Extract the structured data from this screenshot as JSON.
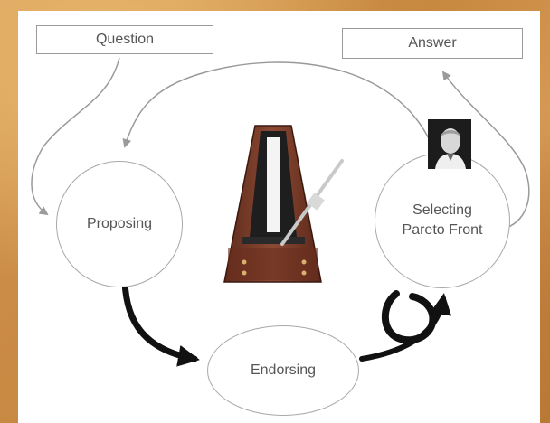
{
  "diagram": {
    "question_label": "Question",
    "answer_label": "Answer",
    "nodes": {
      "proposing": "Proposing",
      "selecting_line1": "Selecting",
      "selecting_line2": "Pareto Front",
      "endorsing": "Endorsing"
    },
    "icons": [
      "metronome-icon",
      "enso-circle-icon",
      "portrait-photo"
    ],
    "colors": {
      "background": "#d39a52",
      "panel": "#ffffff",
      "arrow": "#111111",
      "thin_arrow": "#9a9a9a",
      "metronome": "#7a3a28"
    }
  }
}
